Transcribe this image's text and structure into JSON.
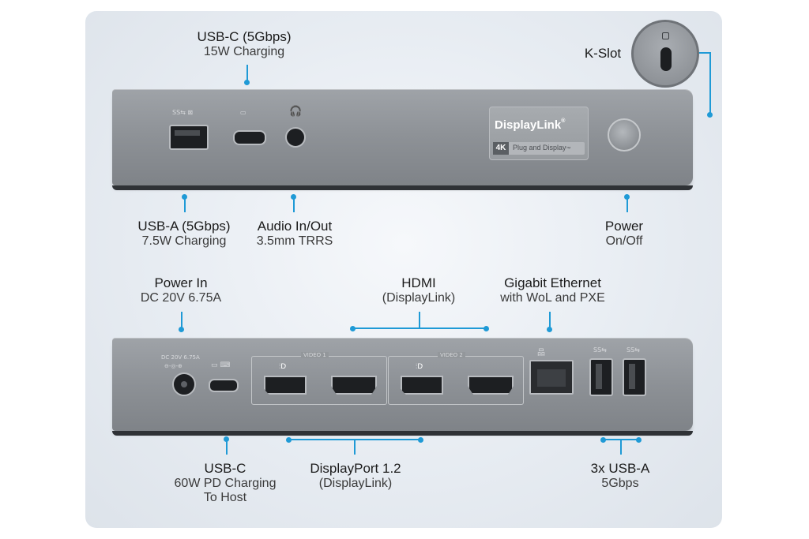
{
  "labels": {
    "usbc_front": {
      "title": "USB-C (5Gbps)",
      "sub": "15W Charging"
    },
    "kslot": {
      "title": "K-Slot"
    },
    "usba_front": {
      "title": "USB-A (5Gbps)",
      "sub": "7.5W Charging"
    },
    "audio": {
      "title": "Audio In/Out",
      "sub": "3.5mm TRRS"
    },
    "power": {
      "title": "Power",
      "sub": "On/Off"
    },
    "power_in": {
      "title": "Power In",
      "sub": "DC 20V 6.75A"
    },
    "hdmi": {
      "title": "HDMI",
      "sub": "(DisplayLink)"
    },
    "ethernet": {
      "title": "Gigabit Ethernet",
      "sub": "with WoL and PXE"
    },
    "usbc_rear": {
      "title": "USB-C",
      "sub": "60W PD Charging",
      "sub2": "To Host"
    },
    "displayport": {
      "title": "DisplayPort 1.2",
      "sub": "(DisplayLink)"
    },
    "usba_rear": {
      "title": "3x USB-A",
      "sub": "5Gbps"
    }
  },
  "badge": {
    "brand": "DisplayLink",
    "tm": "®",
    "res": "4K",
    "tagline": "Plug and Display",
    "tagline_tm": "™"
  },
  "rear_print": {
    "dc": "DC 20V 6.75A",
    "video1": "VIDEO 1",
    "video2": "VIDEO 2",
    "ss1": "SS",
    "ss2": "SS",
    "ss3": "SS"
  },
  "colors": {
    "accent": "#1f9ad6",
    "dock": "#8d9196"
  }
}
